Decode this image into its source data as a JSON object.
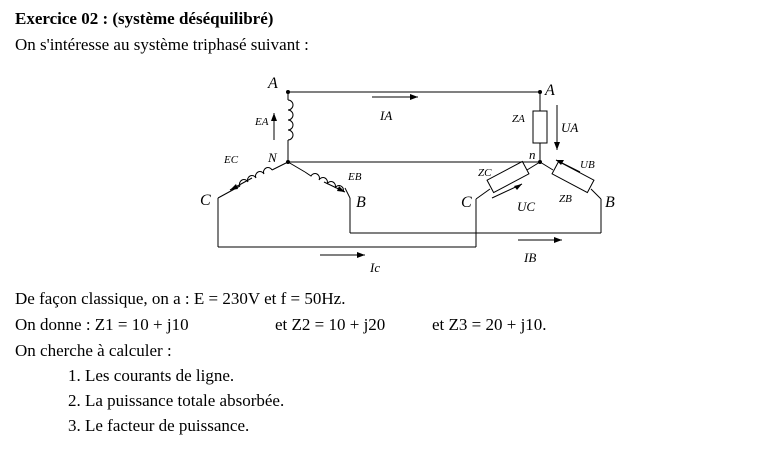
{
  "title": "Exercice 02 : (système déséquilibré)",
  "intro": "On s'intéresse au système triphasé suivant :",
  "diagram": {
    "node_A_left": "A",
    "node_A_right": "A",
    "node_N": "N",
    "node_n": "n",
    "node_B_left": "B",
    "node_B_right": "B",
    "node_C_left": "C",
    "node_C_right": "C",
    "EA": "EA",
    "EB": "EB",
    "EC": "EC",
    "ZA": "ZA",
    "ZB": "ZB",
    "ZC": "ZC",
    "UA": "UA",
    "UB": "UB",
    "UC": "UC",
    "IA": "IA",
    "IB": "IB",
    "IC": "Ic"
  },
  "line1": "De façon classique, on a : E = 230V et f = 50Hz.",
  "line2": {
    "p1": "On donne : Z1 = 10 + j10",
    "p2": "et Z2 = 10 + j20",
    "p3": "et Z3 = 20 + j10."
  },
  "line3": "On cherche à calculer :",
  "items": [
    "1. Les courants de ligne.",
    "2. La puissance totale absorbée.",
    "3. Le facteur de puissance."
  ]
}
